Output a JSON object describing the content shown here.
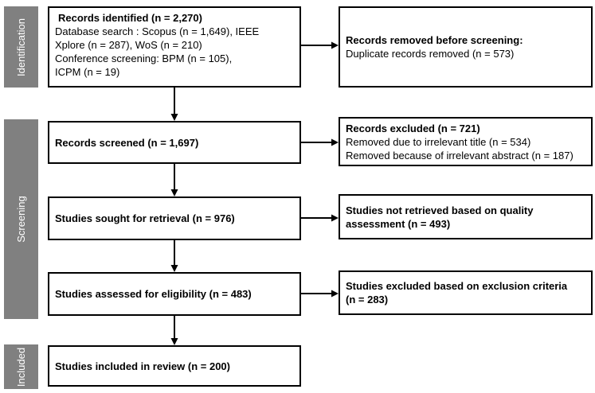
{
  "stages": {
    "identification": "Identification",
    "screening": "Screening",
    "included": "Included"
  },
  "boxes": {
    "identified": {
      "title": "Records identified (n = 2,270)",
      "lines": [
        "Database search : Scopus (n = 1,649), IEEE",
        "Xplore (n = 287), WoS (n = 210)",
        "Conference screening: BPM (n = 105),",
        "ICPM (n = 19)"
      ]
    },
    "removed_before_screening": {
      "title": "Records removed before screening:",
      "lines": [
        "Duplicate records removed (n = 573)"
      ]
    },
    "screened": {
      "title": "Records screened (n = 1,697)"
    },
    "excluded": {
      "title": "Records excluded (n = 721)",
      "lines": [
        "Removed due to irrelevant title (n = 534)",
        "Removed because of irrelevant abstract (n = 187)"
      ]
    },
    "sought": {
      "title": "Studies sought for retrieval (n = 976)"
    },
    "not_retrieved": {
      "lines": [
        "Studies not retrieved based on quality",
        "assessment (n = 493)"
      ]
    },
    "assessed": {
      "title": "Studies assessed for eligibility (n = 483)"
    },
    "excluded_criteria": {
      "lines": [
        "Studies excluded based on exclusion criteria",
        "(n = 283)"
      ]
    },
    "included_review": {
      "title": "Studies included in review (n = 200)"
    }
  },
  "colors": {
    "stage_bar": "#808080",
    "stage_label_text": "#ffffff",
    "box_border": "#000000",
    "box_background": "#ffffff",
    "arrow": "#000000"
  }
}
